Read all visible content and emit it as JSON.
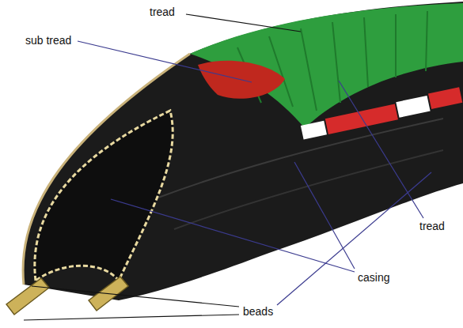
{
  "diagram": {
    "labels": [
      "tread",
      "sub tread",
      "tread",
      "casing",
      "beads"
    ]
  }
}
